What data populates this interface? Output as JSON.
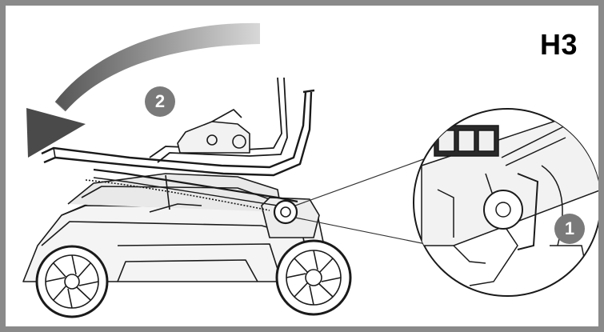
{
  "page": {
    "title": "H3",
    "steps": [
      "1",
      "2"
    ],
    "colors": {
      "frame": "#8a8a8a",
      "badge": "#7a7a7a",
      "line": "#1a1a1a"
    },
    "icons": [
      "rotation-arrow-icon",
      "lawn-mower-illustration",
      "handle-lock-detail-icon"
    ]
  }
}
